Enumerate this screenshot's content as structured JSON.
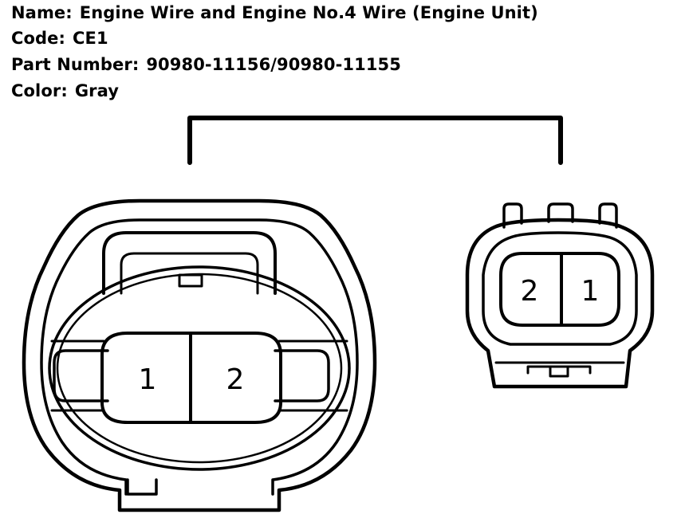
{
  "header": {
    "name_label": "Name:",
    "name_value": "Engine Wire and Engine No.4 Wire (Engine Unit)",
    "code_label": "Code:",
    "code_value": "CE1",
    "part_label": "Part Number:",
    "part_value": "90980-11156/90980-11155",
    "color_label": "Color:",
    "color_value": "Gray"
  },
  "large_connector": {
    "pin_left": "1",
    "pin_right": "2"
  },
  "small_connector": {
    "pin_left": "2",
    "pin_right": "1"
  }
}
